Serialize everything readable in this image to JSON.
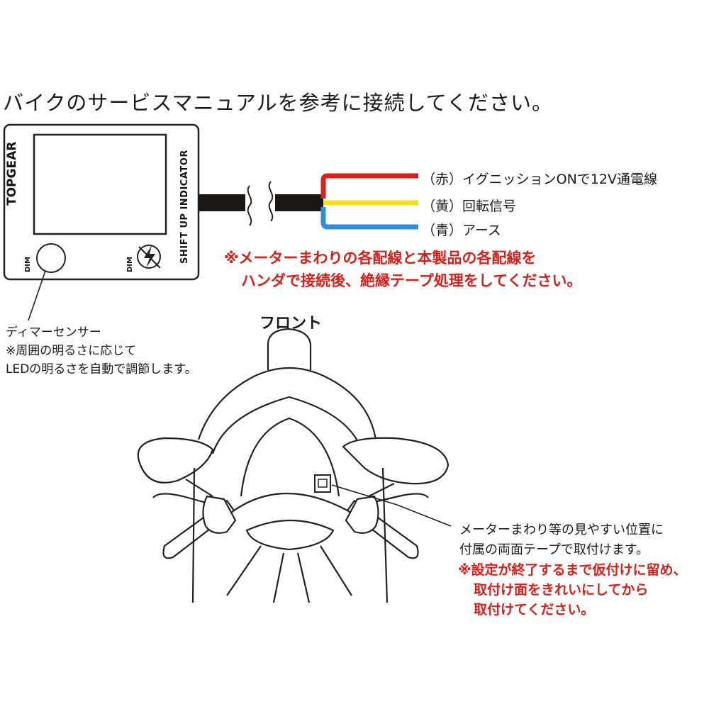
{
  "title": "バイクのサービスマニュアルを参考に接続してください。",
  "device": {
    "brand": "TOPGEAR",
    "model_label": "SHIFT UP INDICATOR",
    "dim_left": "DIM",
    "dim_right": "DIM"
  },
  "wires": [
    {
      "label": "（赤）イグニッションONで12V通電線",
      "color": "#d9201f"
    },
    {
      "label": "（黄）回転信号",
      "color": "#f2e21c"
    },
    {
      "label": "（青）アース",
      "color": "#2f8fd6"
    }
  ],
  "wiring_warning": [
    "※メーターまわりの各配線と本製品の各配線を",
    "ハンダで接続後、絶縁テープ処理をしてください。"
  ],
  "dimmer_note": [
    "ディマーセンサー",
    "※周囲の明るさに応じて",
    "LEDの明るさを自動で調節します。"
  ],
  "front_label": "フロント",
  "mount_note": [
    "メーターまわり等の見やすい位置に",
    "付属の両面テープで取付けます。"
  ],
  "mount_warning": [
    "※設定が終了するまで仮付けに留め、",
    "取付け面をきれいにしてから",
    "取付けてください。"
  ]
}
